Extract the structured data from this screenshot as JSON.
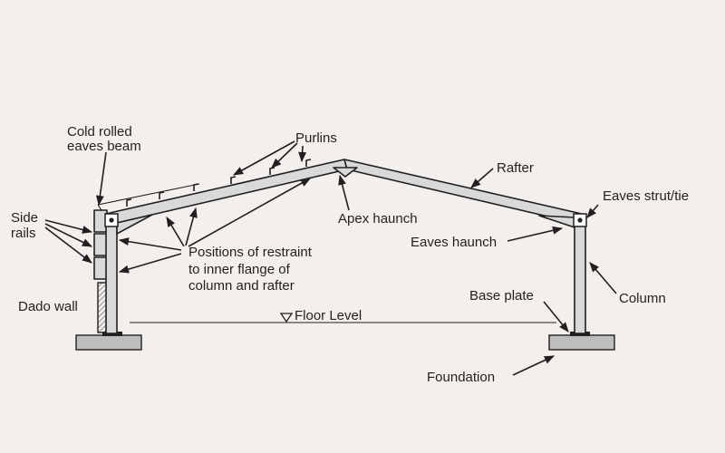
{
  "diagram": {
    "labels": {
      "cold_rolled_1": "Cold rolled",
      "cold_rolled_2": "eaves beam",
      "purlins": "Purlins",
      "rafter": "Rafter",
      "side_rails_1": "Side",
      "side_rails_2": "rails",
      "eaves_strut": "Eaves strut/tie",
      "apex_haunch": "Apex haunch",
      "restraint_1": "Positions of restraint",
      "restraint_2": "to inner flange of",
      "restraint_3": "column and rafter",
      "eaves_haunch": "Eaves haunch",
      "column": "Column",
      "dado_wall": "Dado wall",
      "base_plate": "Base plate",
      "floor_level": "Floor Level",
      "foundation": "Foundation"
    },
    "colors": {
      "background": "#f2efec",
      "steel": "#d7d9db",
      "ink": "#231f20",
      "wall": "#a8a9ab",
      "foundation": "#bcbdbf"
    }
  }
}
